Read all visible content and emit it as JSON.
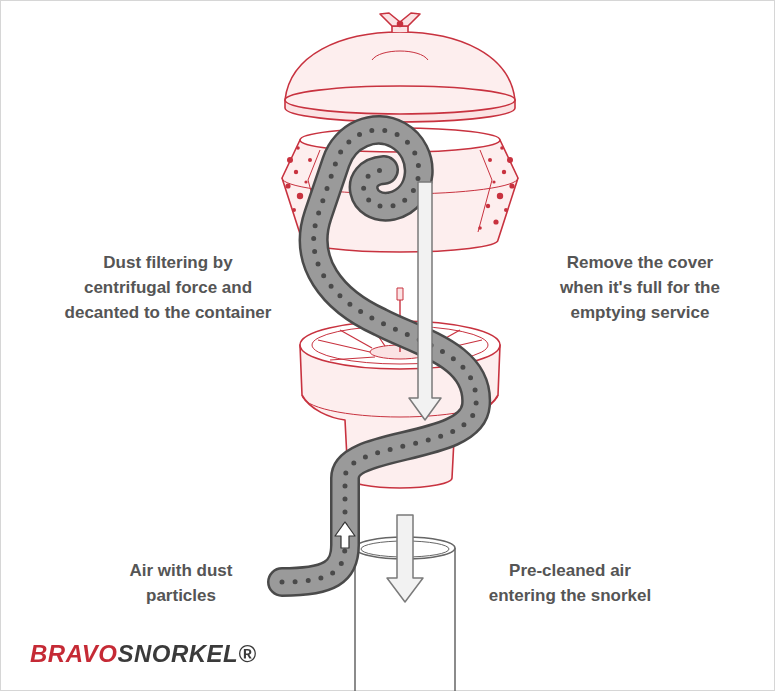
{
  "diagram": {
    "labels": [
      "Dust filtering by centrifugal force and decanted to the container",
      "Remove the cover when it's full for the emptying service",
      "Air with dust particles",
      "Pre-cleaned air entering the snorkel",
      "BRAVOSNORKEL®"
    ]
  }
}
